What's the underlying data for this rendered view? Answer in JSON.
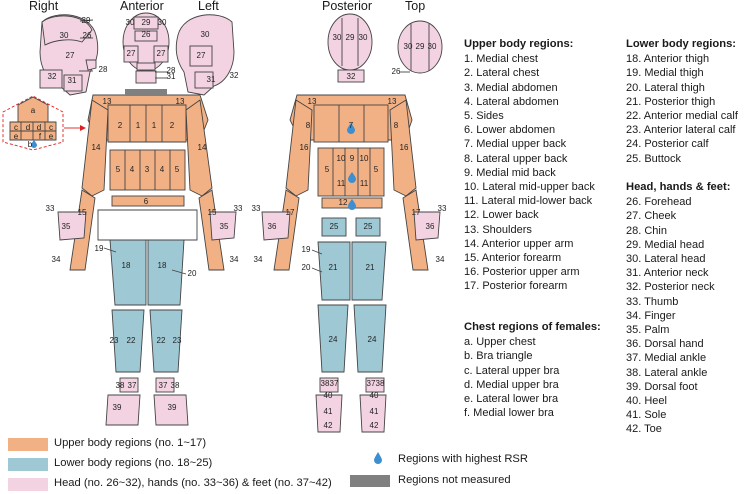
{
  "colors": {
    "upper": "#f2b185",
    "lower": "#9fc8d5",
    "head": "#f3d3e2",
    "gray": "#808080",
    "drop": "#3d8fd1",
    "outline": "#444444",
    "arrow": "#e02020"
  },
  "views": {
    "right": "Right",
    "anterior": "Anterior",
    "left": "Left",
    "posterior": "Posterior",
    "top": "Top"
  },
  "upper_list": {
    "title": "Upper body regions:",
    "items": [
      "1. Medial chest",
      "2. Lateral chest",
      "3. Medial abdomen",
      "4. Lateral abdomen",
      "5. Sides",
      "6. Lower abdomen",
      "7. Medial upper back",
      "8. Lateral upper back",
      "9. Medial mid back",
      "10. Lateral mid-upper back",
      "11. Lateral mid-lower back",
      "12. Lower back",
      "13. Shoulders",
      "14. Anterior upper arm",
      "15. Anterior forearm",
      "16. Posterior upper arm",
      "17. Posterior forearm"
    ]
  },
  "female_list": {
    "title": "Chest regions of females:",
    "items": [
      "a. Upper chest",
      "b. Bra triangle",
      "c. Lateral upper bra",
      "d. Medial upper bra",
      "e. Lateral lower bra",
      "f. Medial lower bra"
    ]
  },
  "lower_list": {
    "title": "Lower body regions:",
    "items": [
      "18. Anterior thigh",
      "19. Medial thigh",
      "20. Lateral thigh",
      "21. Posterior thigh",
      "22. Anterior medial calf",
      "23. Anterior lateral calf",
      "24. Posterior calf",
      "25. Buttock"
    ]
  },
  "head_list": {
    "title": "Head, hands & feet:",
    "items": [
      "26. Forehead",
      "27. Cheek",
      "28. Chin",
      "29. Medial head",
      "30. Lateral head",
      "31. Anterior neck",
      "32. Posterior neck",
      "33. Thumb",
      "34. Finger",
      "35. Palm",
      "36. Dorsal hand",
      "37. Medial ankle",
      "38. Lateral ankle",
      "39. Dorsal foot",
      "40. Heel",
      "41. Sole",
      "42. Toe"
    ]
  },
  "legend": {
    "upper": "Upper body regions (no. 1~17)",
    "lower": "Lower body regions (no. 18~25)",
    "head": "Head (no. 26~32), hands (no. 33~36) & feet (no. 37~42)",
    "rsr": "Regions with highest RSR",
    "not_measured": "Regions not measured"
  },
  "labels": {
    "n1": "1",
    "n2": "2",
    "n3": "3",
    "n4": "4",
    "n5": "5",
    "n6": "6",
    "n7": "7",
    "n8": "8",
    "n9": "9",
    "n10": "10",
    "n11": "11",
    "n12": "12",
    "n13": "13",
    "n14": "14",
    "n15": "15",
    "n16": "16",
    "n17": "17",
    "n18": "18",
    "n19": "19",
    "n20": "20",
    "n21": "21",
    "n22": "22",
    "n23": "23",
    "n24": "24",
    "n25": "25",
    "n26": "26",
    "n27": "27",
    "n28": "28",
    "n29": "29",
    "n30": "30",
    "n31": "31",
    "n32": "32",
    "n33": "33",
    "n34": "34",
    "n35": "35",
    "n36": "36",
    "n37": "37",
    "n38": "38",
    "n39": "39",
    "n40": "40",
    "n41": "41",
    "n42": "42",
    "la": "a",
    "lb": "b",
    "lc": "c",
    "ld": "d",
    "le": "e",
    "lf": "f"
  }
}
